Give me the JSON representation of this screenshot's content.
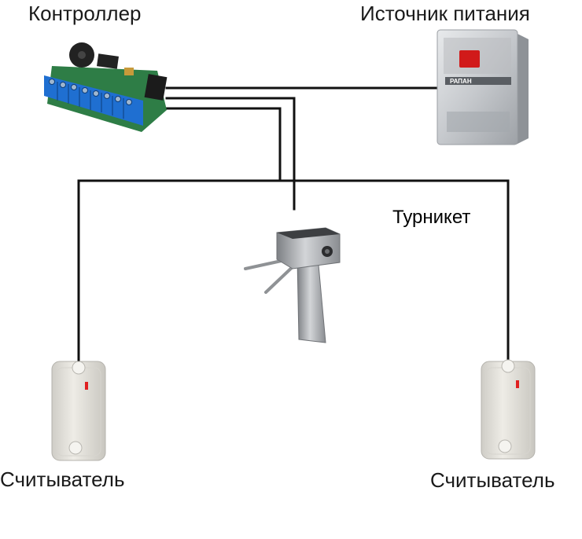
{
  "labels": {
    "controller": "Контроллер",
    "power_supply": "Источник питания",
    "turnstile": "Турникет",
    "reader_left": "Считыватель",
    "reader_right": "Считыватель"
  },
  "power_supply_brand": "РАПАН",
  "colors": {
    "wire": "#111111",
    "controller_board": "#2e7d46",
    "terminal_block": "#1f6fd1",
    "power_case": "#cfd2d6",
    "power_indicator": "#d11a1a",
    "turnstile_metal": "#a9abae",
    "reader_body": "#e4e2dc",
    "reader_led": "#e02020"
  },
  "icons": {
    "controller": "circuit-board-icon",
    "power_supply": "power-supply-box-icon",
    "turnstile": "tripod-turnstile-icon",
    "reader": "proximity-card-reader-icon"
  }
}
